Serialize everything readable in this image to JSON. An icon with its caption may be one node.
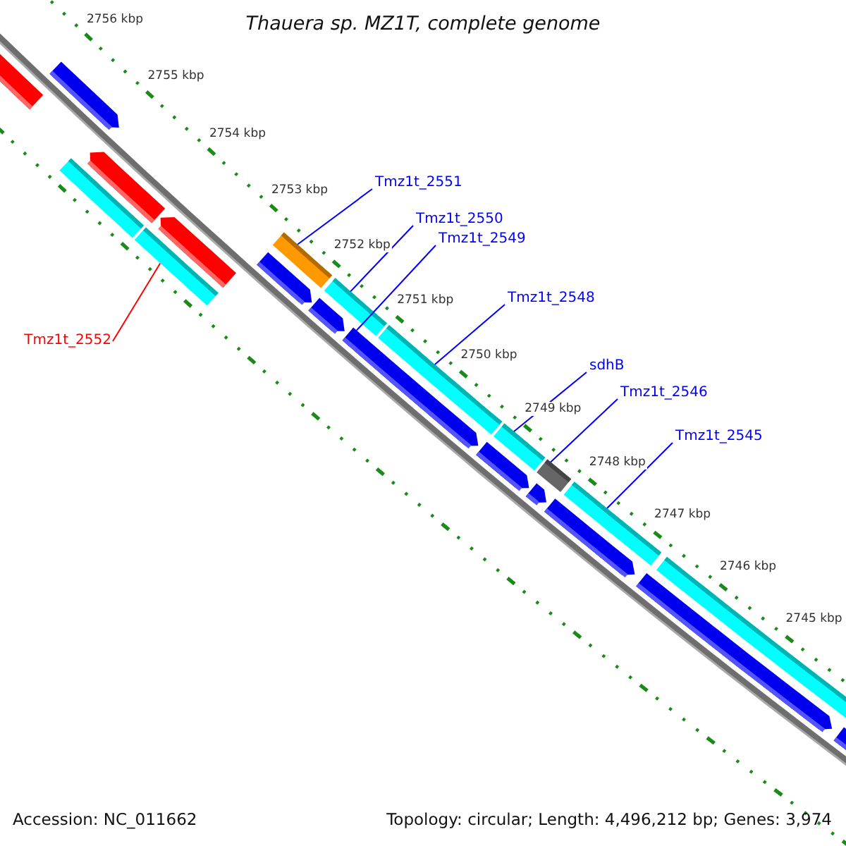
{
  "diagram": {
    "title": "Thauera sp. MZ1T, complete genome",
    "nodes": [
      {
        "text": [
          "Tmz1t_2551"
        ]
      },
      {
        "text": [
          "Tmz1t_2550"
        ]
      },
      {
        "text": [
          "Tmz1t_2549"
        ]
      },
      {
        "text": [
          "Tmz1t_2548"
        ]
      },
      {
        "text": [
          "sdhB"
        ]
      },
      {
        "text": [
          "Tmz1t_2546"
        ]
      },
      {
        "text": [
          "Tmz1t_2545"
        ]
      },
      {
        "text": [
          "Tmz1t_2552"
        ]
      },
      {
        "text": [],
        "shape": "bar"
      },
      {
        "text": [],
        "shape": "bar"
      },
      {
        "text": [],
        "shape": "bar"
      },
      {
        "text": [],
        "shape": "bar"
      },
      {
        "text": [],
        "shape": "bar"
      },
      {
        "text": [],
        "shape": "bar"
      },
      {
        "text": [],
        "shape": "bar"
      },
      {
        "text": [],
        "shape": "bar"
      },
      {
        "text": [],
        "shape": "bar"
      },
      {
        "text": [],
        "shape": "bar"
      },
      {
        "text": [],
        "shape": "bar"
      },
      {
        "text": [],
        "shape": "bar"
      },
      {
        "text": [],
        "shape": "bar"
      },
      {
        "text": [],
        "shape": "bar"
      },
      {
        "text": [],
        "shape": "bar"
      },
      {
        "text": [],
        "shape": "bar"
      },
      {
        "text": [],
        "shape": "bar"
      },
      {
        "text": [],
        "shape": "bar"
      },
      {
        "text": [],
        "shape": "bar"
      },
      {
        "text": [],
        "shape": "bar"
      },
      {
        "text": [],
        "shape": "bar"
      },
      {
        "text": [],
        "shape": "bar"
      }
    ],
    "edges": [
      {
        "from": 0,
        "to": 14,
        "arrow": "none"
      },
      {
        "from": 1,
        "to": 16,
        "arrow": "none"
      },
      {
        "from": 2,
        "to": 18,
        "arrow": "none"
      },
      {
        "from": 3,
        "to": 20,
        "arrow": "none"
      },
      {
        "from": 4,
        "to": 22,
        "arrow": "none"
      },
      {
        "from": 5,
        "to": 23,
        "arrow": "none"
      },
      {
        "from": 6,
        "to": 26,
        "arrow": "none"
      },
      {
        "from": 7,
        "to": 12,
        "arrow": "none",
        "color": "#ff0000"
      }
    ],
    "labels": [
      "2756 kbp",
      "2755 kbp",
      "2754 kbp",
      "2753 kbp",
      "2752 kbp",
      "2751 kbp",
      "2750 kbp",
      "2749 kbp",
      "2748 kbp",
      "2747 kbp",
      "2746 kbp",
      "2745 kbp",
      "Accession: NC_011662",
      "Topology: circular; Length: 4,496,212 bp; Genes: 3,974"
    ]
  }
}
